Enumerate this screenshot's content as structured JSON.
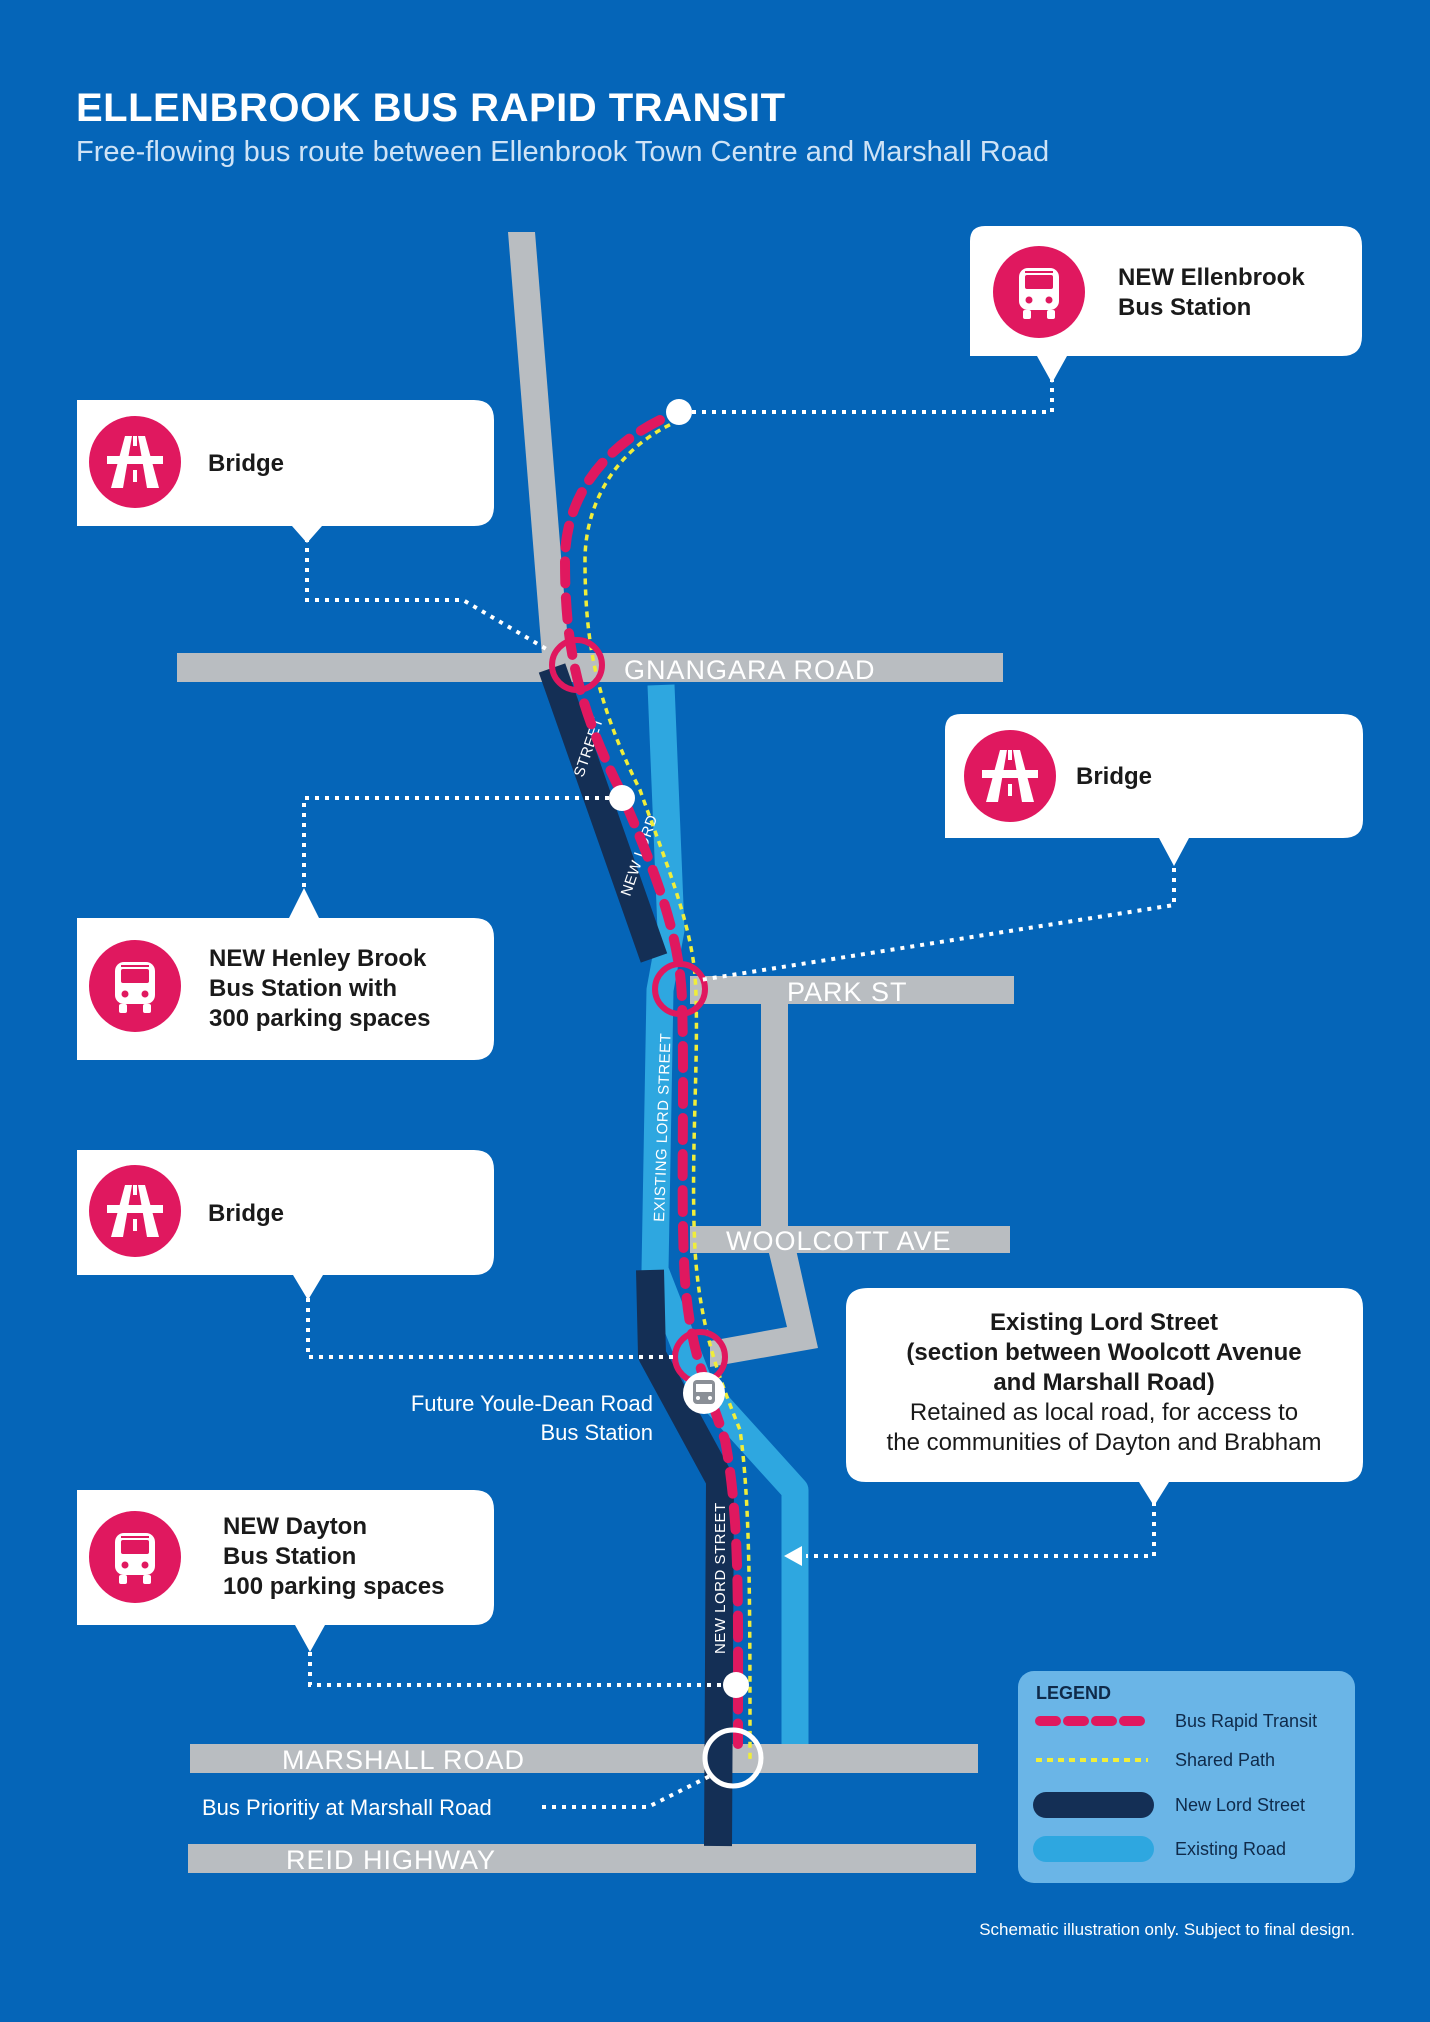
{
  "title": "ELLENBROOK BUS RAPID TRANSIT",
  "subtitle": "Free-flowing bus route between Ellenbrook Town Centre and Marshall Road",
  "colors": {
    "background": "#0565b8",
    "road": "#b9bdc1",
    "new_lord_street": "#142f55",
    "existing_road": "#2ea7e0",
    "brt": "#e0185f",
    "shared_path": "#f0ee3a",
    "callout": "#ffffff",
    "icon_circle": "#e0185f"
  },
  "roads": {
    "gnangara": "GNANGARA ROAD",
    "park": "PARK ST",
    "woolcott": "WOOLCOTT AVE",
    "marshall": "MARSHALL ROAD",
    "reid": "REID HIGHWAY",
    "new_lord_upper_1": "STREET",
    "new_lord_upper_2": "NEW LORD",
    "existing_lord": "EXISTING LORD STREET",
    "new_lord_lower": "NEW LORD STREET"
  },
  "callouts": {
    "ellenbrook": {
      "icon": "bus-icon",
      "line1": "NEW Ellenbrook",
      "line2": "Bus Station"
    },
    "bridge1": {
      "icon": "bridge-icon",
      "label": "Bridge"
    },
    "bridge2": {
      "icon": "bridge-icon",
      "label": "Bridge"
    },
    "bridge3": {
      "icon": "bridge-icon",
      "label": "Bridge"
    },
    "henley": {
      "icon": "bus-icon",
      "line1": "NEW Henley Brook",
      "line2": "Bus Station with",
      "line3": "300 parking spaces"
    },
    "existing_lord": {
      "line1": "Existing Lord Street",
      "line2": "(section between Woolcott Avenue",
      "line3": "and Marshall Road)",
      "line4": "Retained as local road, for access to",
      "line5": "the communities of Dayton and Brabham"
    },
    "dayton": {
      "icon": "bus-icon",
      "line1": "NEW Dayton",
      "line2": "Bus Station",
      "line3": "100 parking spaces"
    }
  },
  "labels": {
    "youle_dean_1": "Future Youle-Dean Road",
    "youle_dean_2": "Bus Station",
    "bus_priority": "Bus Prioritiy at Marshall Road"
  },
  "legend": {
    "title": "LEGEND",
    "items": [
      {
        "label": "Bus Rapid Transit",
        "symbol": "brt-dashed-line"
      },
      {
        "label": "Shared Path",
        "symbol": "shared-path-dotted-line"
      },
      {
        "label": "New Lord Street",
        "symbol": "new-lord-street-bar"
      },
      {
        "label": "Existing Road",
        "symbol": "existing-road-bar"
      }
    ]
  },
  "footnote": "Schematic illustration only. Subject to final design."
}
